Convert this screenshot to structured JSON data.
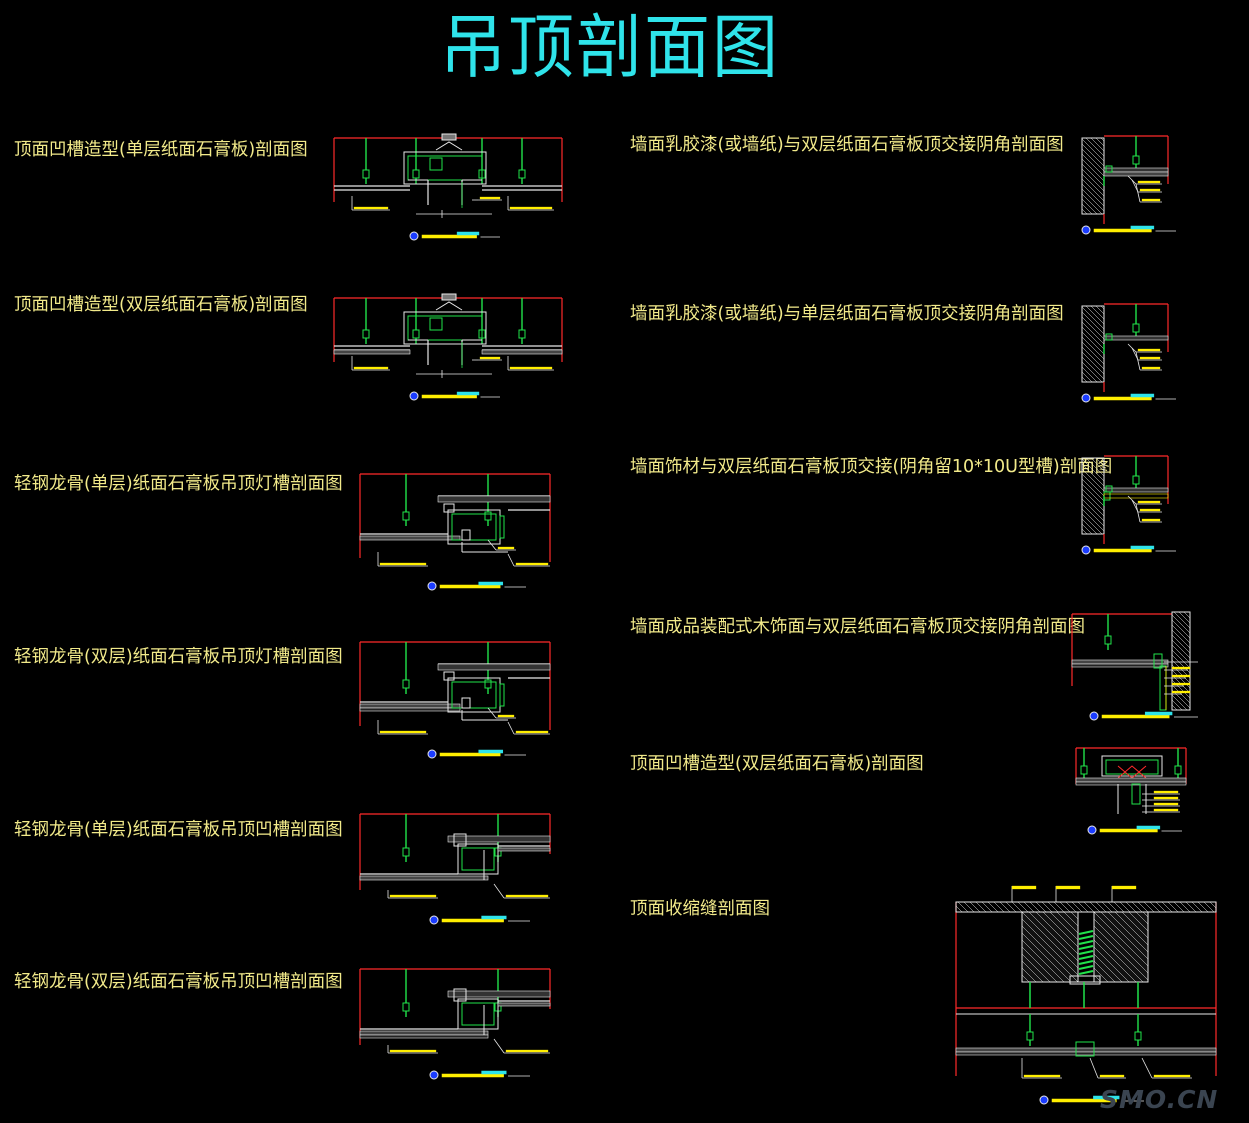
{
  "title": "吊顶剖面图",
  "colors": {
    "background": "#000000",
    "title": "#2fe3ea",
    "label": "#f2ea8a",
    "line_red": "#ff2a2a",
    "line_white": "#e8e8e8",
    "line_green": "#21e34a",
    "line_yellow": "#ffee00",
    "line_cyan": "#2fe3ea"
  },
  "left_items": [
    {
      "label": "顶面凹槽造型(单层纸面石膏板)剖面图",
      "kind": "recess-single"
    },
    {
      "label": "顶面凹槽造型(双层纸面石膏板)剖面图",
      "kind": "recess-double"
    },
    {
      "label": "轻钢龙骨(单层)纸面石膏板吊顶灯槽剖面图",
      "kind": "lighttrough-single"
    },
    {
      "label": "轻钢龙骨(双层)纸面石膏板吊顶灯槽剖面图",
      "kind": "lighttrough-double"
    },
    {
      "label": "轻钢龙骨(单层)纸面石膏板吊顶凹槽剖面图",
      "kind": "recessgroove-single"
    },
    {
      "label": "轻钢龙骨(双层)纸面石膏板吊顶凹槽剖面图",
      "kind": "recessgroove-double"
    }
  ],
  "right_items": [
    {
      "label": "墙面乳胶漆(或墙纸)与双层纸面石膏板顶交接阴角剖面图",
      "kind": "wall-corner-double"
    },
    {
      "label": "墙面乳胶漆(或墙纸)与单层纸面石膏板顶交接阴角剖面图",
      "kind": "wall-corner-single"
    },
    {
      "label": "墙面饰材与双层纸面石膏板顶交接(阴角留10*10U型槽)剖面图",
      "kind": "wall-corner-ugroove"
    },
    {
      "label": "墙面成品装配式木饰面与双层纸面石膏板顶交接阴角剖面图",
      "kind": "wood-panel-corner"
    },
    {
      "label": "顶面凹槽造型(双层纸面石膏板)剖面图",
      "kind": "recess-double-small"
    },
    {
      "label": "顶面收缩缝剖面图",
      "kind": "expansion-joint"
    }
  ],
  "watermark": "SMO.CN"
}
